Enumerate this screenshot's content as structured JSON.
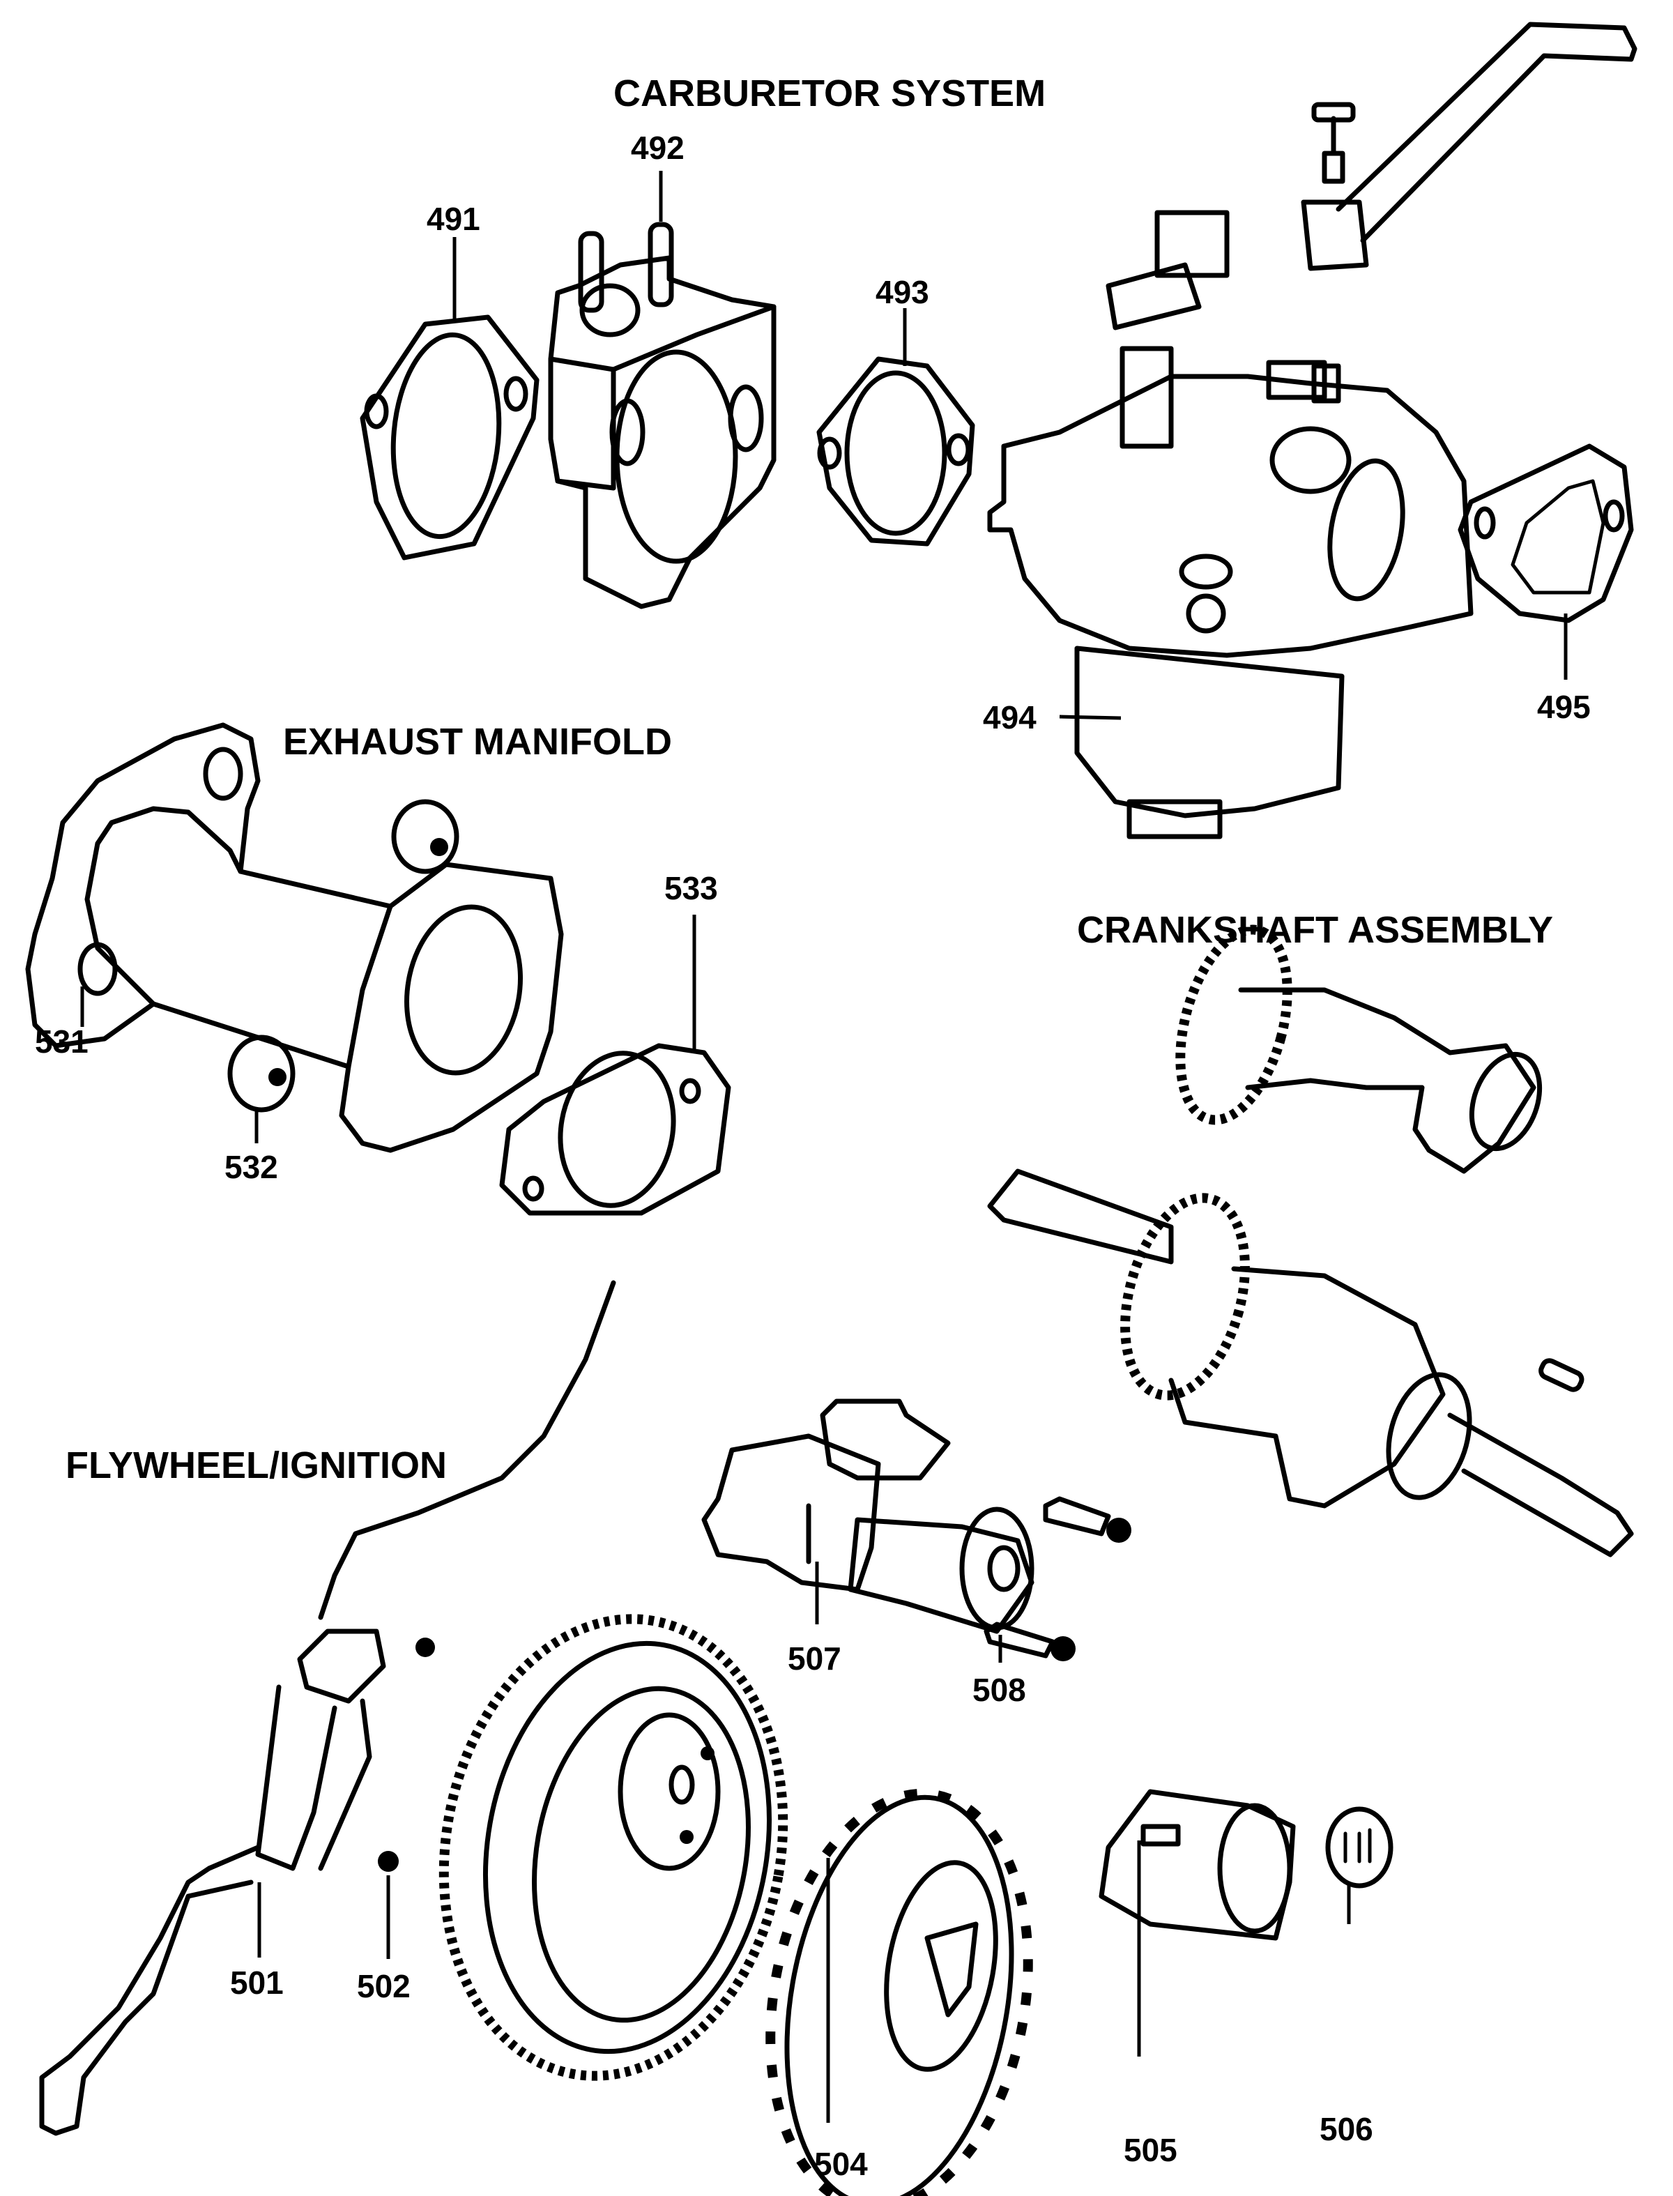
{
  "sections": {
    "carburetor": "CARBURETOR SYSTEM",
    "exhaust": "EXHAUST MANIFOLD",
    "crankshaft": "CRANKSHAFT ASSEMBLY",
    "flywheel": "FLYWHEEL/IGNITION"
  },
  "parts": {
    "p491": "491",
    "p492": "492",
    "p493": "493",
    "p494": "494",
    "p495": "495",
    "p531": "531",
    "p532": "532",
    "p533": "533",
    "p501": "501",
    "p502": "502",
    "p504": "504",
    "p505": "505",
    "p506": "506",
    "p507": "507",
    "p508": "508"
  }
}
